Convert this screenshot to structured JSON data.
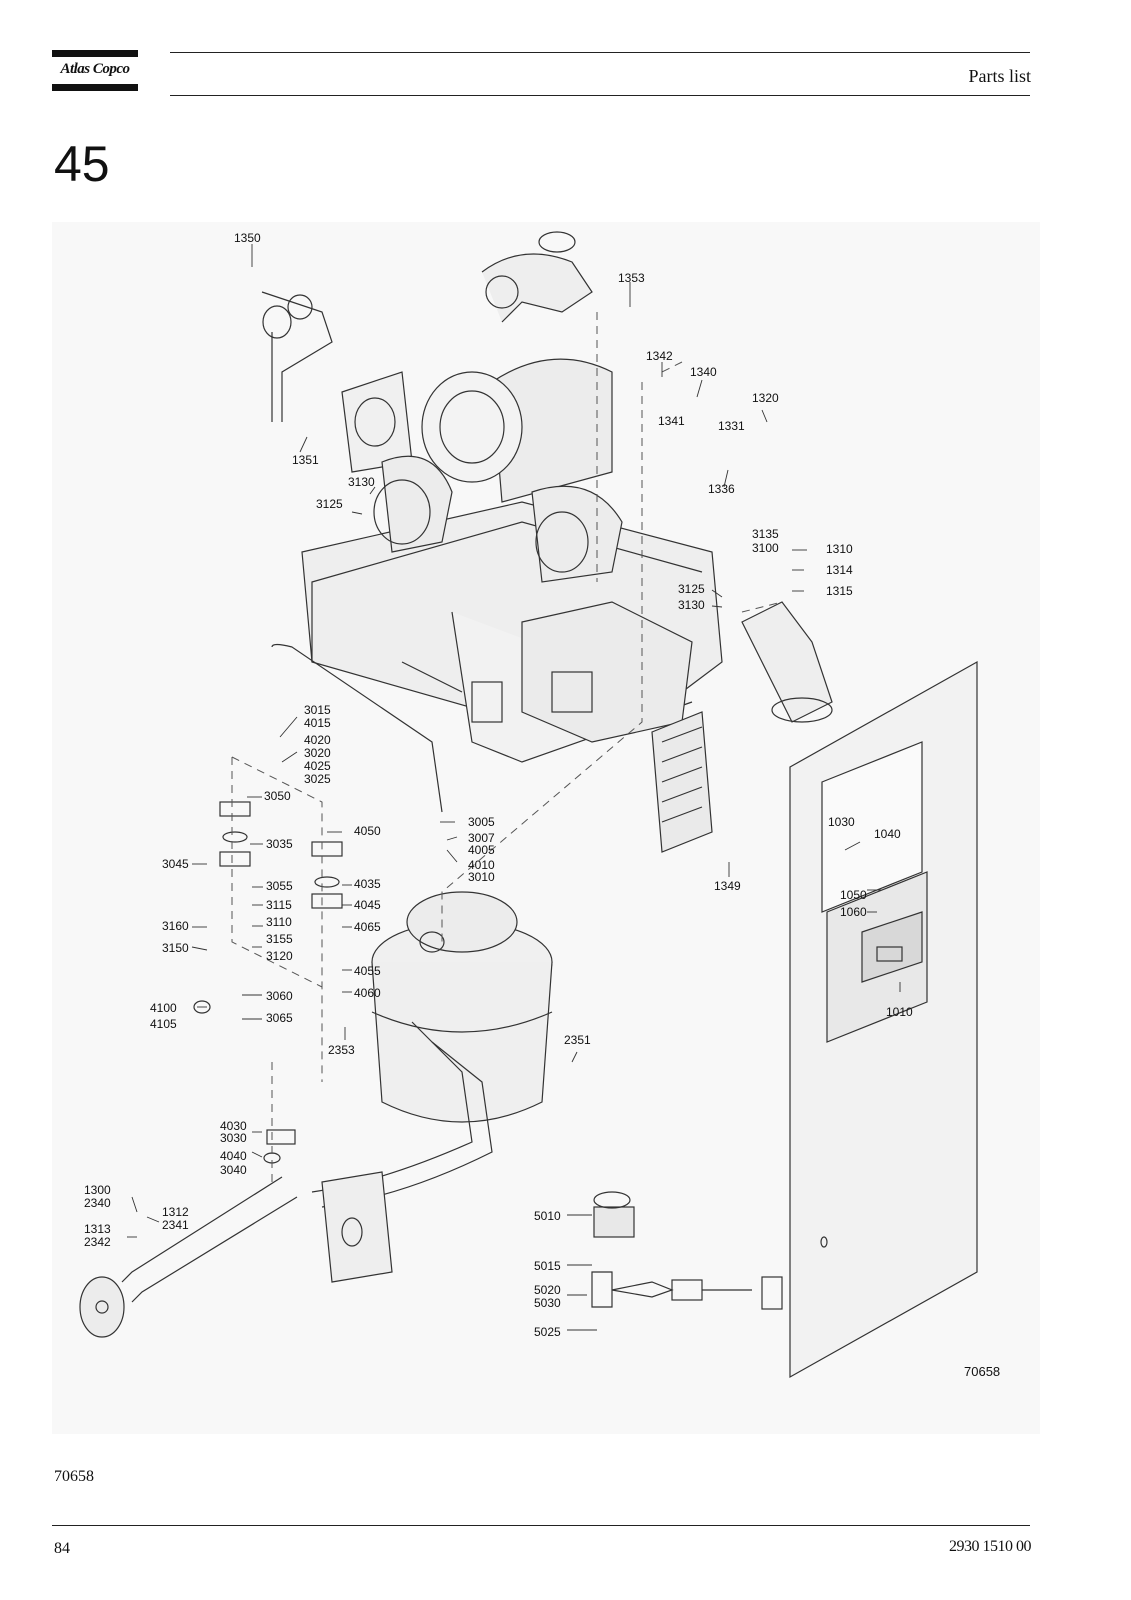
{
  "header": {
    "brand": "Atlas Copco",
    "section": "Parts list"
  },
  "chapter_number": "45",
  "figure": {
    "reference_number": "70658",
    "callouts": [
      "1350",
      "1353",
      "1342",
      "1340",
      "1320",
      "1341",
      "1331",
      "1351",
      "3130",
      "3125",
      "1336",
      "3135",
      "3100",
      "1310",
      "1314",
      "1315",
      "3125",
      "3130",
      "3015",
      "4015",
      "4020",
      "3020",
      "4025",
      "3025",
      "3050",
      "3005",
      "3007",
      "4005",
      "4010",
      "3010",
      "1349",
      "1030",
      "1040",
      "4050",
      "3035",
      "3045",
      "3055",
      "4035",
      "3115",
      "4045",
      "3110",
      "3160",
      "3155",
      "4065",
      "3150",
      "3120",
      "4055",
      "3060",
      "4060",
      "4100",
      "4105",
      "3065",
      "2353",
      "2351",
      "1050",
      "1060",
      "1010",
      "4030",
      "3030",
      "4040",
      "3040",
      "1300",
      "2340",
      "1312",
      "2341",
      "1313",
      "2342",
      "5010",
      "5015",
      "5020",
      "5030",
      "5025"
    ]
  },
  "caption": "70658",
  "footer": {
    "page_number": "84",
    "document_number": "2930 1510 00"
  }
}
